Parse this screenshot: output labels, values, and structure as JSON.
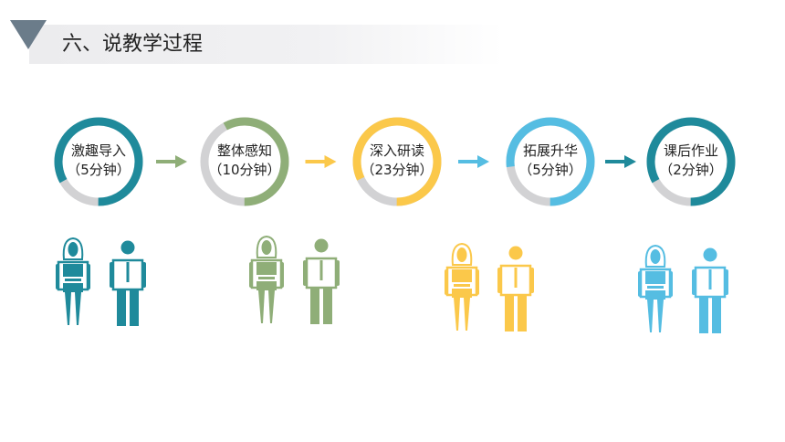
{
  "title": "六、说教学过程",
  "steps": [
    {
      "name": "激趣导入",
      "time": "（5分钟）",
      "color": "#1f8a9b",
      "percent": 0.83
    },
    {
      "name": "整体感知",
      "time": "（10分钟）",
      "color": "#8fae78",
      "percent": 0.58
    },
    {
      "name": "深入研读",
      "time": "（23分钟）",
      "color": "#fbc84a",
      "percent": 0.82
    },
    {
      "name": "拓展升华",
      "time": "（5分钟）",
      "color": "#55bde2",
      "percent": 0.77
    },
    {
      "name": "课后作业",
      "time": "（2分钟）",
      "color": "#1f8a9b",
      "percent": 0.83
    }
  ],
  "colors": {
    "track": "#d2d2d4",
    "title_band": "#ececee",
    "corner": "#6b7c8a"
  },
  "icons": [
    "woman-icon",
    "man-icon"
  ]
}
